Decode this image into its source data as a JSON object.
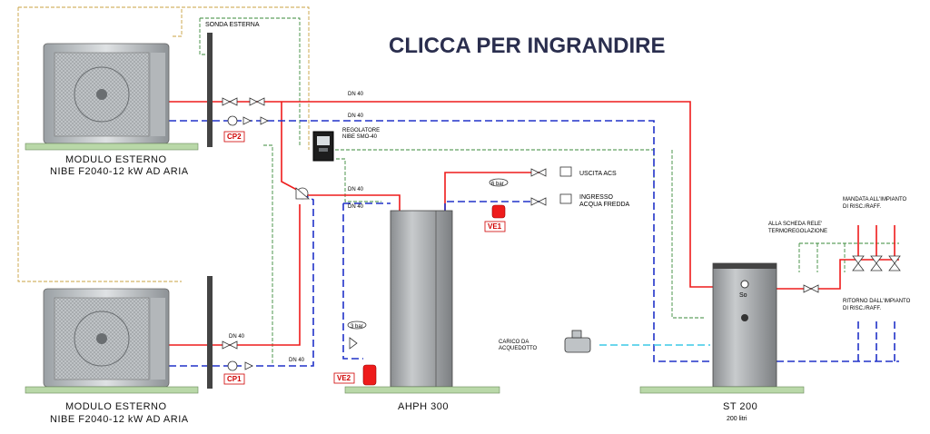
{
  "header": {
    "title": "CLICCA PER INGRANDIRE"
  },
  "outdoor_units": [
    {
      "name_line1": "MODULO ESTERNO",
      "name_line2": "NIBE F2040-12 kW AD ARIA"
    },
    {
      "name_line1": "MODULO ESTERNO",
      "name_line2": "NIBE F2040-12 kW AD ARIA"
    }
  ],
  "sensor": {
    "label": "SONDA ESTERNA"
  },
  "regulator": {
    "line1": "REGOLATORE",
    "line2": "NIBE SMO-40"
  },
  "pumps": {
    "cp1": "CP1",
    "cp2": "CP2"
  },
  "vessels": {
    "ve1": "VE1",
    "ve2": "VE2",
    "ve1_pressure": "6 bar",
    "ve2_pressure": "3 bar"
  },
  "pipe_sizes": {
    "dn40": "DN 40"
  },
  "tank_ahph": {
    "label": "AHPH 300"
  },
  "tank_st": {
    "label": "ST 200",
    "sublabel": "200 litri",
    "port_label": "So"
  },
  "dhw": {
    "outlet": "USCITA ACS",
    "inlet_line1": "INGRESSO",
    "inlet_line2": "ACQUA FREDDA"
  },
  "mains": {
    "line1": "CARICO DA",
    "line2": "ACQUEDOTTO"
  },
  "heating": {
    "supply_line1": "MANDATA ALL'IMPIANTO",
    "supply_line2": "DI RISC./RAFF.",
    "board_line1": "ALLA SCHEDA RELE'",
    "board_line2": "TERMOREGOLAZIONE",
    "return_line1": "RITORNO DALL'IMPIANTO",
    "return_line2": "DI RISC./RAFF."
  },
  "colors": {
    "hot": "#ee1b1b",
    "cold": "#2132c8",
    "cold_water": "#3cc8e6",
    "title": "#2a2e4e"
  }
}
